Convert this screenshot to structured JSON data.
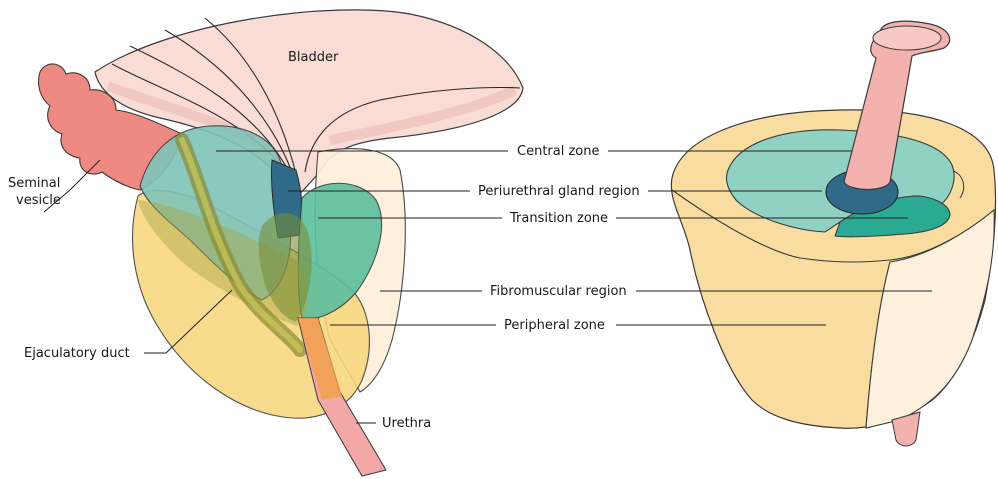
{
  "labels": {
    "bladder": "Bladder",
    "seminal_vesicle_line1": "Seminal",
    "seminal_vesicle_line2": "vesicle",
    "central_zone": "Central zone",
    "periurethral_gland_region": "Periurethral gland region",
    "transition_zone": "Transition zone",
    "fibromuscular_region": "Fibromuscular region",
    "peripheral_zone": "Peripheral zone",
    "ejaculatory_duct": "Ejaculatory duct",
    "urethra": "Urethra"
  },
  "colors": {
    "bladder": "#f9dcd6",
    "seminal_vesicle": "#ee8a82",
    "central_zone": "#7fc4b8",
    "periurethral_gland": "#2f6a88",
    "transition_zone": "#5cbf9e",
    "fibromuscular": "#fdf0dc",
    "peripheral_zone": "#f9d77e",
    "ejaculatory_duct": "#a8a444",
    "urethra": "#f3a7a7",
    "leader_line": "#222222"
  }
}
